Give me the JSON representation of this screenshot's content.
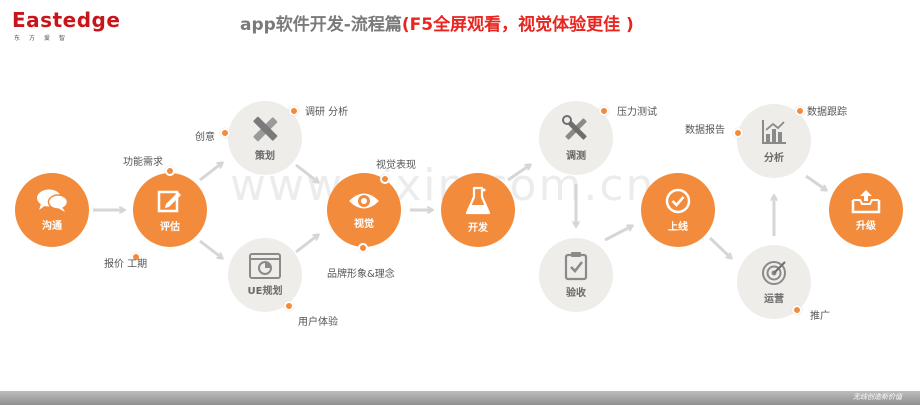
{
  "logo": {
    "word": "Eastedge",
    "sub": "东方爱智"
  },
  "title": {
    "main": "app软件开发-流程篇",
    "highlight": "(F5全屏观看，视觉体验更佳 )"
  },
  "watermark": "www.zixin.com.cn",
  "nodes": {
    "communicate": "沟通",
    "evaluate": "评估",
    "plan": "策划",
    "ue": "UE规划",
    "visual": "视觉",
    "develop": "开发",
    "debug": "调测",
    "accept": "验收",
    "launch": "上线",
    "operate": "运营",
    "analyze": "分析",
    "upgrade": "升级"
  },
  "annotations": {
    "research": "调研 分析",
    "idea": "创意",
    "requirements": "功能需求",
    "quote": "报价 工期",
    "visual_style": "视觉表现",
    "brand": "品牌形象&理念",
    "user_exp": "用户体验",
    "stress_test": "压力测试",
    "data_report": "数据报告",
    "data_track": "数据跟踪",
    "promote": "推广"
  },
  "footer": {
    "slogan": "无线创造新价值"
  },
  "colors": {
    "orange": "#f28c3c",
    "gray_node": "#eeedea",
    "arrow": "#d6d6d6",
    "brand_red": "#c8151b",
    "title_red": "#e8251f"
  }
}
